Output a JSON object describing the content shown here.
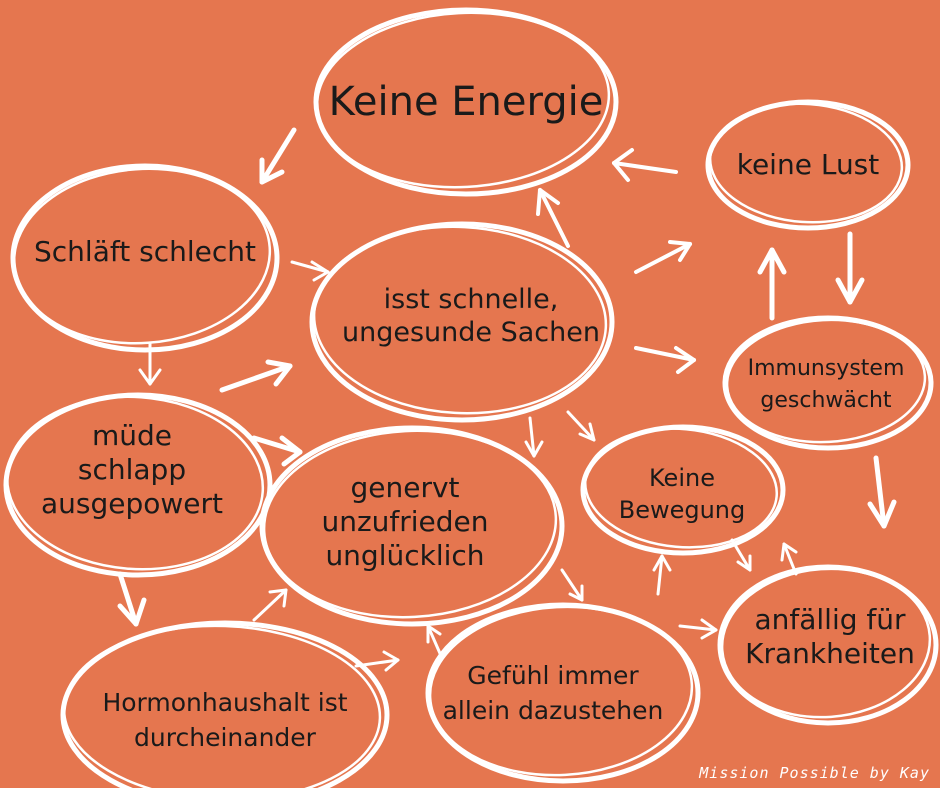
{
  "nodes": [
    {
      "id": "keine-energie",
      "lines": [
        "Keine Energie"
      ]
    },
    {
      "id": "keine-lust",
      "lines": [
        "keine Lust"
      ]
    },
    {
      "id": "schlaeft-schlecht",
      "lines": [
        "Schläft schlecht"
      ]
    },
    {
      "id": "isst-schnelle",
      "lines": [
        "isst schnelle,",
        "ungesunde Sachen"
      ]
    },
    {
      "id": "immunsystem",
      "lines": [
        "Immunsystem",
        "geschwächt"
      ]
    },
    {
      "id": "muede",
      "lines": [
        "müde",
        "schlapp",
        "ausgepowert"
      ]
    },
    {
      "id": "genervt",
      "lines": [
        "genervt",
        "unzufrieden",
        "unglücklich"
      ]
    },
    {
      "id": "keine-bewegung",
      "lines": [
        "Keine",
        "Bewegung"
      ]
    },
    {
      "id": "anfaellig",
      "lines": [
        "anfällig für",
        "Krankheiten"
      ]
    },
    {
      "id": "hormonhaushalt",
      "lines": [
        "Hormonhaushalt ist",
        "durcheinander"
      ]
    },
    {
      "id": "gefuehl",
      "lines": [
        "Gefühl immer",
        "allein dazustehen"
      ]
    }
  ],
  "watermark": "Mission Possible by Kay",
  "colors": {
    "background": "#e5764f",
    "stroke": "#ffffff",
    "text": "#1a1a1a"
  }
}
